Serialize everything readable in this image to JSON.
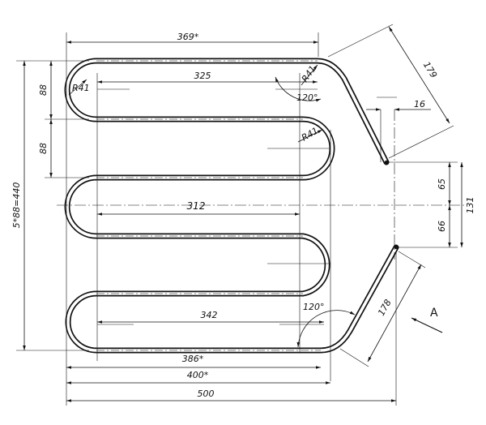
{
  "drawing": {
    "dimensions": {
      "top_length": "369*",
      "upper_inner_length": "325",
      "middle_length": "312",
      "lower_inner_length": "342",
      "bottom_386": "386*",
      "bottom_400": "400*",
      "bottom_500": "500",
      "vertical_total": "5*88=440",
      "pitch_upper": "88",
      "pitch_second": "88",
      "upper_leg": "179",
      "lower_leg": "178",
      "offset_16": "16",
      "gap_65": "65",
      "gap_66": "66",
      "gap_131": "131"
    },
    "radii": {
      "left_top": "R41",
      "right_top": "R41",
      "right_second": "R41"
    },
    "angles": {
      "upper_bend": "120°",
      "lower_bend": "120°"
    },
    "view_label": "A"
  }
}
